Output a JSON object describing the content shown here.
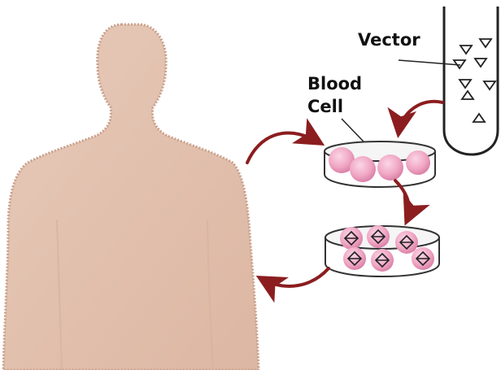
{
  "labels": {
    "vector": "Vector",
    "blood": "Blood",
    "cell": "Cell"
  },
  "colors": {
    "body_skin": "#e3c2b0",
    "body_edge": "#c99f8a",
    "arrow": "#8b1d1f",
    "cell_pink": "#f0a6c4",
    "cell_pink_dark": "#d67aa2",
    "dish_fill": "#f7f7f7",
    "dish_stroke": "#333333",
    "tube_stroke": "#222222"
  },
  "icons": {
    "vector_particle": "triangle-icon",
    "modified_cell": "diamond-cell-icon"
  }
}
